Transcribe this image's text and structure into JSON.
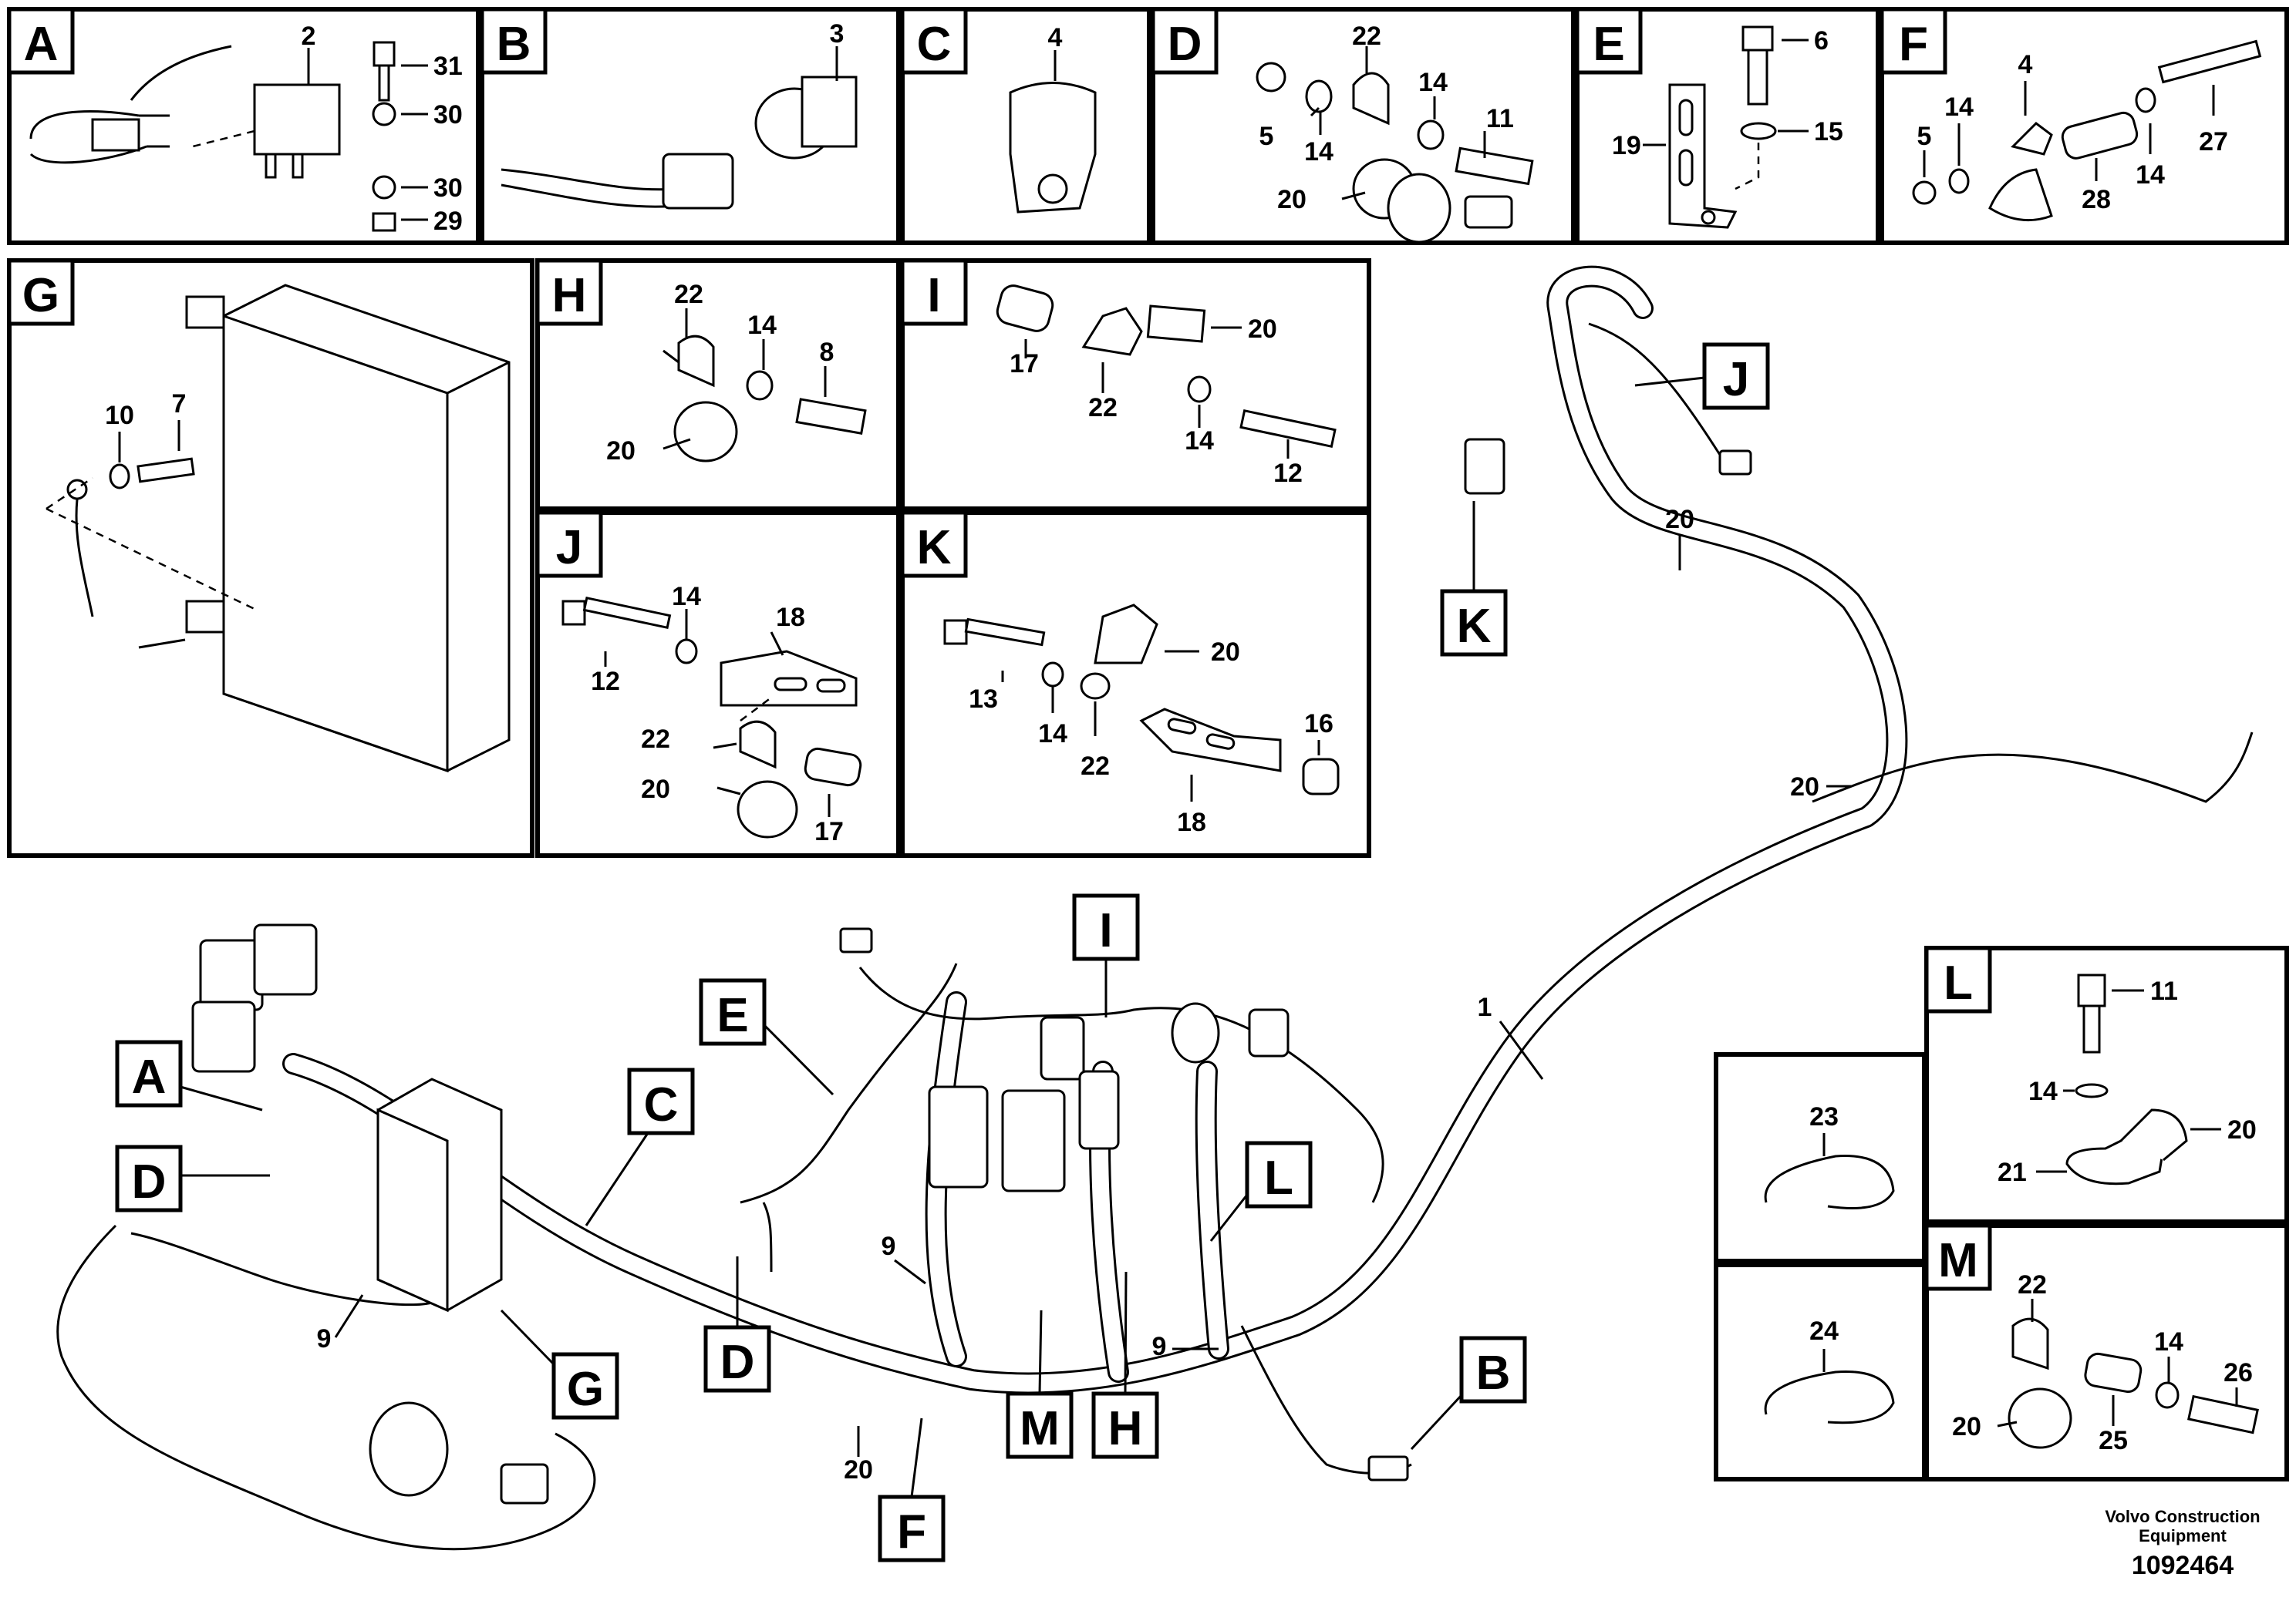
{
  "panels": {
    "A": {
      "label": "A",
      "parts": [
        "2",
        "31",
        "30",
        "30",
        "29"
      ]
    },
    "B": {
      "label": "B",
      "parts": [
        "3"
      ]
    },
    "C": {
      "label": "C",
      "parts": [
        "4"
      ]
    },
    "D": {
      "label": "D",
      "parts": [
        "22",
        "14",
        "5",
        "14",
        "11",
        "20"
      ]
    },
    "E": {
      "label": "E",
      "parts": [
        "6",
        "19",
        "15"
      ]
    },
    "F": {
      "label": "F",
      "parts": [
        "4",
        "14",
        "5",
        "28",
        "14",
        "27"
      ]
    },
    "G": {
      "label": "G",
      "parts": [
        "10",
        "7"
      ]
    },
    "H": {
      "label": "H",
      "parts": [
        "22",
        "14",
        "8",
        "20"
      ]
    },
    "I": {
      "label": "I",
      "parts": [
        "17",
        "20",
        "22",
        "14",
        "12"
      ]
    },
    "J": {
      "label": "J",
      "parts": [
        "14",
        "18",
        "12",
        "22",
        "20",
        "17"
      ]
    },
    "K": {
      "label": "K",
      "parts": [
        "13",
        "14",
        "20",
        "22",
        "16",
        "18"
      ]
    },
    "L": {
      "label": "L",
      "parts": [
        "11",
        "14",
        "20",
        "21"
      ]
    },
    "M": {
      "label": "M",
      "parts": [
        "22",
        "14",
        "26",
        "20",
        "25"
      ]
    },
    "T23": {
      "parts": [
        "23"
      ]
    },
    "T24": {
      "parts": [
        "24"
      ]
    }
  },
  "main": {
    "callouts": [
      "A",
      "D",
      "C",
      "E",
      "I",
      "J",
      "K",
      "L",
      "B",
      "G",
      "D",
      "F",
      "M",
      "H"
    ],
    "parts": [
      "1",
      "20",
      "20",
      "9",
      "9",
      "9",
      "20"
    ]
  },
  "footer": {
    "company_line1": "Volvo Construction",
    "company_line2": "Equipment",
    "drawing_number": "1092464"
  }
}
